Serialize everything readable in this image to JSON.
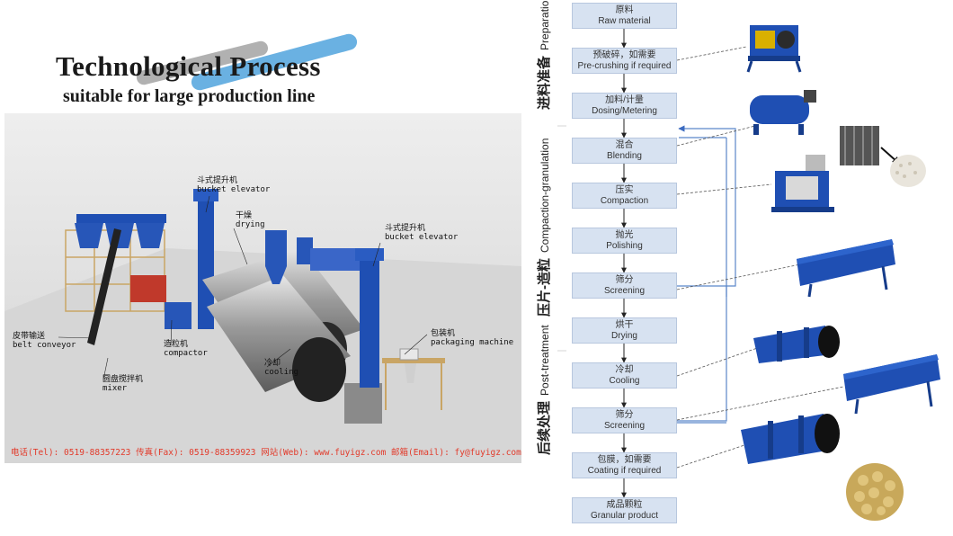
{
  "header": {
    "title": "Technological Process",
    "subtitle": "suitable for  large production line"
  },
  "plant": {
    "callouts": [
      {
        "id": "bucket-elevator-1",
        "cn": "斗式提升机",
        "en": "bucket elevator"
      },
      {
        "id": "drying",
        "cn": "干燥",
        "en": "drying"
      },
      {
        "id": "bucket-elevator-2",
        "cn": "斗式提升机",
        "en": "bucket elevator"
      },
      {
        "id": "belt-conveyor",
        "cn": "皮带输送",
        "en": "belt conveyor"
      },
      {
        "id": "compactor",
        "cn": "造粒机",
        "en": "compactor"
      },
      {
        "id": "cooling",
        "cn": "冷却",
        "en": "cooling"
      },
      {
        "id": "packaging-machine",
        "cn": "包装机",
        "en": "packaging machine"
      },
      {
        "id": "mixer",
        "cn": "圆盘搅拌机",
        "en": "mixer"
      }
    ],
    "contact": "电话(Tel): 0519-88357223  传真(Fax): 0519-88359923 网站(Web): www.fuyigz.com  邮箱(Email): fy@fuyigz.com"
  },
  "flow": {
    "stages": [
      {
        "cn": "进料准备",
        "en": "Preparation of feed"
      },
      {
        "cn": "压片-造粒",
        "en": "Compaction-granulation"
      },
      {
        "cn": "后续处理",
        "en": "Post-treatment"
      }
    ],
    "steps": [
      {
        "cn": "原料",
        "en": "Raw material"
      },
      {
        "cn": "预破碎，如需要",
        "en": "Pre-crushing if required"
      },
      {
        "cn": "加料/计量",
        "en": "Dosing/Metering"
      },
      {
        "cn": "混合",
        "en": "Blending"
      },
      {
        "cn": "压实",
        "en": "Compaction"
      },
      {
        "cn": "抛光",
        "en": "Polishing"
      },
      {
        "cn": "筛分",
        "en": "Screening"
      },
      {
        "cn": "烘干",
        "en": "Drying"
      },
      {
        "cn": "冷却",
        "en": "Cooling"
      },
      {
        "cn": "筛分",
        "en": "Screening"
      },
      {
        "cn": "包膜，如需要",
        "en": "Coating if required"
      },
      {
        "cn": "成品颗粒",
        "en": "Granular product"
      }
    ]
  },
  "colors": {
    "step_fill": "#d7e2f1",
    "machine_blue": "#1f4fb3",
    "recycle_line": "#5b86c9",
    "contact_red": "#e23b2b",
    "swoosh_blue": "#5aa9df",
    "swoosh_gray": "#9c9c9c"
  }
}
